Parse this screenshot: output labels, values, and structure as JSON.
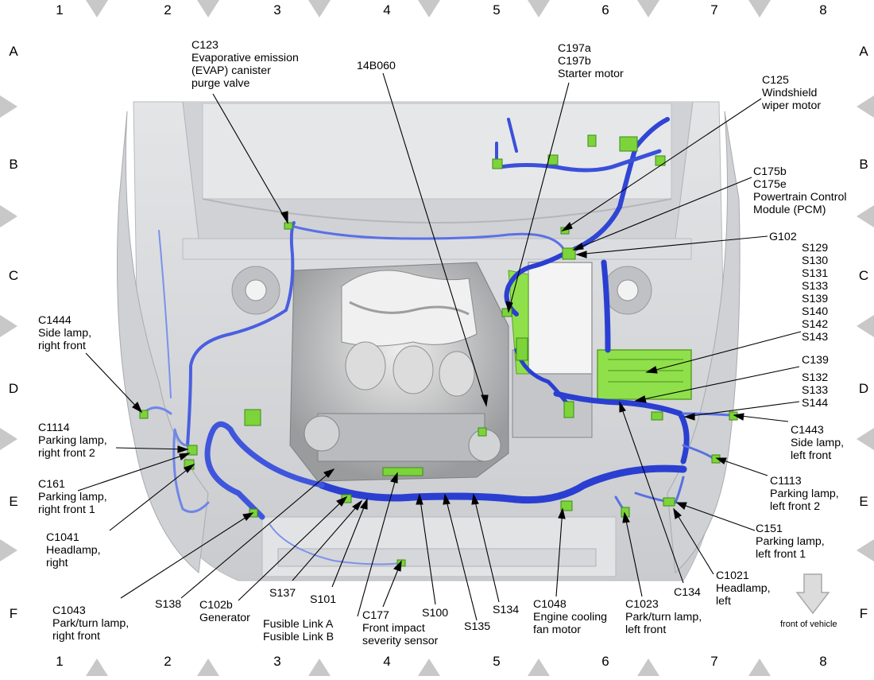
{
  "columns": [
    "1",
    "2",
    "3",
    "4",
    "5",
    "6",
    "7",
    "8"
  ],
  "rows": [
    "A",
    "B",
    "C",
    "D",
    "E",
    "F"
  ],
  "callouts": {
    "c123": "C123\nEvaporative emission\n(EVAP) canister\npurge valve",
    "c14b060": "14B060",
    "c197": "C197a\nC197b\nStarter motor",
    "c125": "C125\nWindshield\nwiper motor",
    "c175": "C175b\nC175e\nPowertrain Control\nModule (PCM)",
    "g102": "G102",
    "splices1": "S129\nS130\nS131\nS133\nS139\nS140\nS142\nS143",
    "c139": "C139",
    "splices2": "S132\nS133\nS144",
    "c1444": "C1444\nSide lamp,\nright front",
    "c1114": "C1114\nParking lamp,\nright front 2",
    "c161": "C161\nParking lamp,\nright front 1",
    "c1041": "C1041\nHeadlamp,\nright",
    "c1043": "C1043\nPark/turn lamp,\nright front",
    "s138": "S138",
    "c102b": "C102b\nGenerator",
    "s137": "S137",
    "s101": "S101",
    "fusible": "Fusible Link A\nFusible Link B",
    "c177": "C177\nFront impact\nseverity sensor",
    "s100": "S100",
    "s135": "S135",
    "s134": "S134",
    "c1048": "C1048\nEngine cooling\nfan motor",
    "c1023": "C1023\nPark/turn lamp,\nleft front",
    "c134": "C134",
    "c1021": "C1021\nHeadlamp,\nleft",
    "c1443": "C1443\nSide lamp,\nleft front",
    "c1113": "C1113\nParking lamp,\nleft front 2",
    "c151": "C151\nParking lamp,\nleft front 1",
    "front": "front of vehicle"
  },
  "colors": {
    "harness": "#2a3fd1",
    "harness_light": "#6f86e8",
    "connector": "#7cd43a",
    "module": "#8fe04a",
    "body": "#d9dadc",
    "body_dark": "#a8aaad",
    "arrow": "#bdbdbd",
    "marker": "#c8c8c8"
  }
}
